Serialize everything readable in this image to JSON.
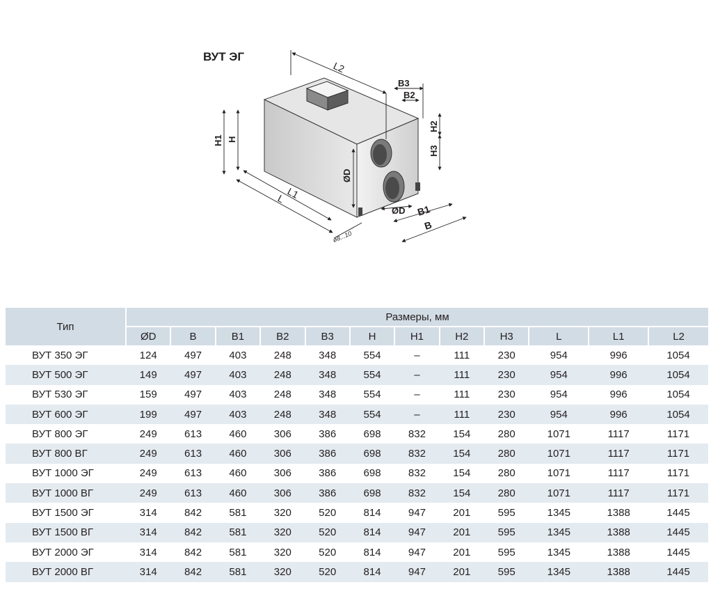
{
  "figure": {
    "title": "ВУТ ЭГ",
    "labels": {
      "L2": "L2",
      "B3": "B3",
      "B2": "B2",
      "H2": "H2",
      "H3": "H3",
      "H1": "H1",
      "H": "H",
      "L1": "L1",
      "L": "L",
      "D1": "ØD",
      "D2": "ØD",
      "B1": "B1",
      "B": "B",
      "drain": "ø8...10"
    }
  },
  "table": {
    "type_header": "Тип",
    "group_header": "Размеры, мм",
    "columns": [
      "ØD",
      "B",
      "B1",
      "B2",
      "B3",
      "H",
      "H1",
      "H2",
      "H3",
      "L",
      "L1",
      "L2"
    ],
    "rows": [
      {
        "type": "ВУТ 350 ЭГ",
        "values": [
          "124",
          "497",
          "403",
          "248",
          "348",
          "554",
          "–",
          "111",
          "230",
          "954",
          "996",
          "1054"
        ]
      },
      {
        "type": "ВУТ 500 ЭГ",
        "values": [
          "149",
          "497",
          "403",
          "248",
          "348",
          "554",
          "–",
          "111",
          "230",
          "954",
          "996",
          "1054"
        ]
      },
      {
        "type": "ВУТ 530 ЭГ",
        "values": [
          "159",
          "497",
          "403",
          "248",
          "348",
          "554",
          "–",
          "111",
          "230",
          "954",
          "996",
          "1054"
        ]
      },
      {
        "type": "ВУТ 600 ЭГ",
        "values": [
          "199",
          "497",
          "403",
          "248",
          "348",
          "554",
          "–",
          "111",
          "230",
          "954",
          "996",
          "1054"
        ]
      },
      {
        "type": "ВУТ 800 ЭГ",
        "values": [
          "249",
          "613",
          "460",
          "306",
          "386",
          "698",
          "832",
          "154",
          "280",
          "1071",
          "1117",
          "1171"
        ]
      },
      {
        "type": "ВУТ 800 ВГ",
        "values": [
          "249",
          "613",
          "460",
          "306",
          "386",
          "698",
          "832",
          "154",
          "280",
          "1071",
          "1117",
          "1171"
        ]
      },
      {
        "type": "ВУТ 1000 ЭГ",
        "values": [
          "249",
          "613",
          "460",
          "306",
          "386",
          "698",
          "832",
          "154",
          "280",
          "1071",
          "1117",
          "1171"
        ]
      },
      {
        "type": "ВУТ 1000 ВГ",
        "values": [
          "249",
          "613",
          "460",
          "306",
          "386",
          "698",
          "832",
          "154",
          "280",
          "1071",
          "1117",
          "1171"
        ]
      },
      {
        "type": "ВУТ 1500 ЭГ",
        "values": [
          "314",
          "842",
          "581",
          "320",
          "520",
          "814",
          "947",
          "201",
          "595",
          "1345",
          "1388",
          "1445"
        ]
      },
      {
        "type": "ВУТ 1500 ВГ",
        "values": [
          "314",
          "842",
          "581",
          "320",
          "520",
          "814",
          "947",
          "201",
          "595",
          "1345",
          "1388",
          "1445"
        ]
      },
      {
        "type": "ВУТ 2000 ЭГ",
        "values": [
          "314",
          "842",
          "581",
          "320",
          "520",
          "814",
          "947",
          "201",
          "595",
          "1345",
          "1388",
          "1445"
        ]
      },
      {
        "type": "ВУТ 2000 ВГ",
        "values": [
          "314",
          "842",
          "581",
          "320",
          "520",
          "814",
          "947",
          "201",
          "595",
          "1345",
          "1388",
          "1445"
        ]
      }
    ]
  }
}
